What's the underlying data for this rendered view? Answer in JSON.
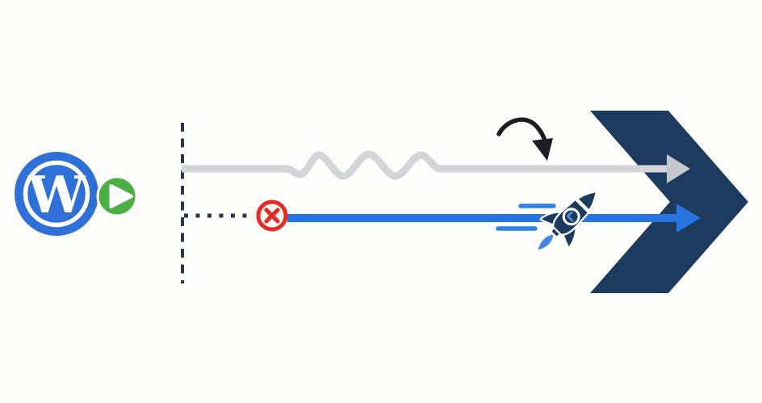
{
  "logo": {
    "letter": "W"
  },
  "icons": [
    "wordpress-logo",
    "play-button-icon",
    "error-x-icon",
    "rocket-icon",
    "clock-icon",
    "curve-arrow-icon",
    "forward-chevron-icon",
    "speed-lines",
    "slow-wavy-arrow",
    "fast-straight-arrow",
    "dashed-start-line",
    "dotted-blocked-line"
  ],
  "colors": {
    "background": "#fdfdfb",
    "wordpress_blue": "#2e6fd8",
    "play_green": "#4caf43",
    "white": "#ffffff",
    "line_gray": "#d3d5d9",
    "arrow_gray": "#c5c7cc",
    "dash_dark": "#2b3947",
    "error_red": "#e32b28",
    "error_fill": "#fcf5ee",
    "fast_blue": "#2674e0",
    "speed_blue": "#3180e6",
    "navy": "#1d3b5e",
    "ink": "#1e1e22",
    "flame_blue": "#4584e2",
    "clock_blue": "#4a8fe8"
  }
}
